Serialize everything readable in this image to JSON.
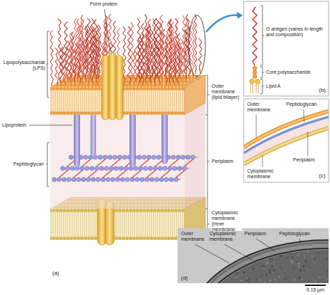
{
  "diagram": {
    "labels": [
      "Porin protein",
      "Lipopolysaccharide (LPS)",
      "Lipoprotein",
      "Peptidoglycan",
      "Outer membrane (lipid bilayer)",
      "Periplasm",
      "Cytoplasmic membrane (inner membrane; lipid bilayer)",
      "(a)",
      "O antigen (varies in length and composition)",
      "Core polysaccharide",
      "Lipid A",
      "(b)",
      "Outer membrane",
      "Peptidoglycan",
      "Periplasm",
      "Cytoplasmic membrane",
      "(c)",
      "Outer membrane",
      "Cytoplasmic membrane",
      "Periplasm",
      "Peptidoglycan",
      "(d)",
      "0.15 µm"
    ]
  }
}
